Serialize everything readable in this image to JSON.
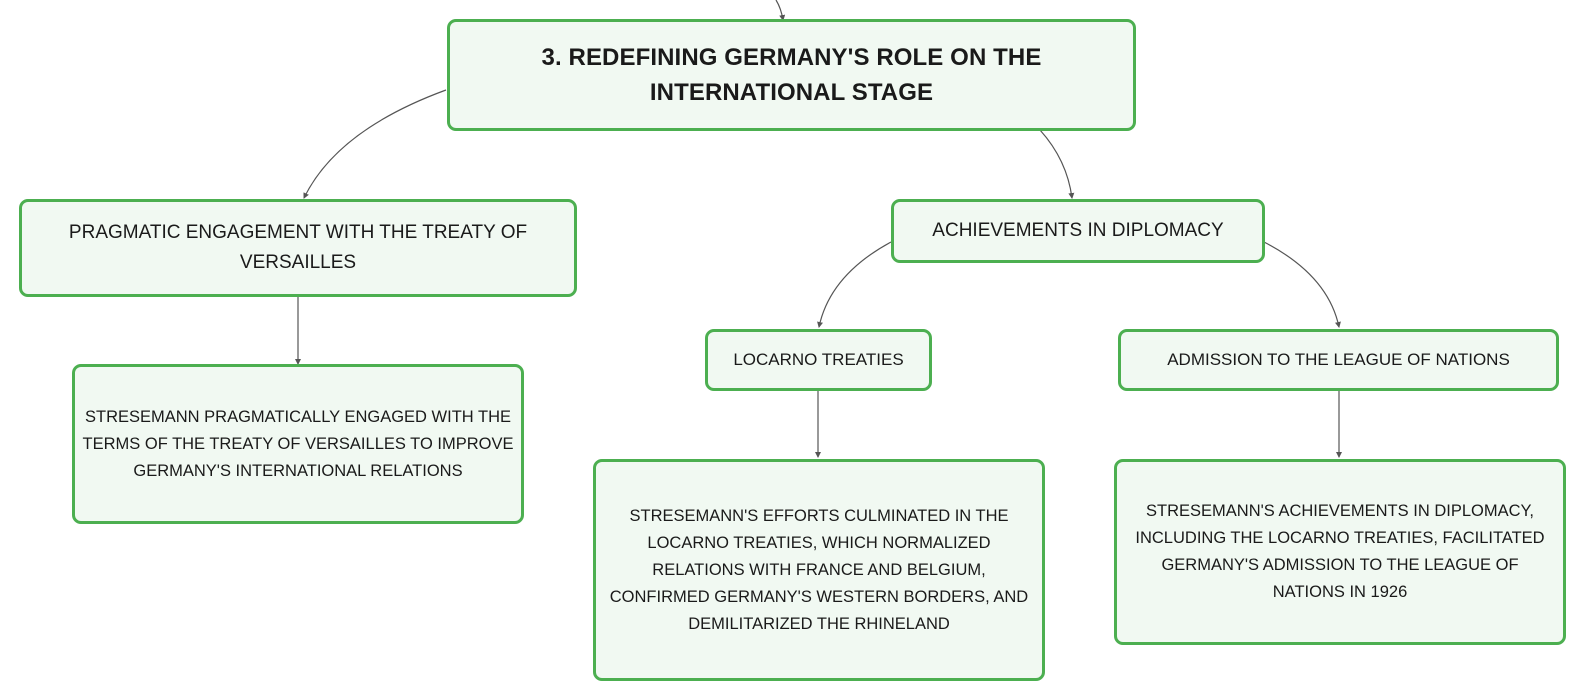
{
  "mindmap": {
    "root": {
      "title": "3. REDEFINING GERMANY'S ROLE ON THE INTERNATIONAL STAGE"
    },
    "branches": {
      "pragmatic": {
        "label": "PRAGMATIC ENGAGEMENT WITH THE TREATY OF VERSAILLES",
        "detail": "STRESEMANN PRAGMATICALLY ENGAGED WITH THE TERMS OF THE TREATY OF VERSAILLES TO IMPROVE GERMANY'S INTERNATIONAL RELATIONS"
      },
      "diplomacy": {
        "label": "ACHIEVEMENTS IN DIPLOMACY",
        "locarno": {
          "label": "LOCARNO TREATIES",
          "detail": "STRESEMANN'S EFFORTS CULMINATED IN THE LOCARNO TREATIES, WHICH NORMALIZED RELATIONS WITH FRANCE AND BELGIUM, CONFIRMED GERMANY'S WESTERN BORDERS, AND DEMILITARIZED THE RHINELAND"
        },
        "league": {
          "label": "ADMISSION TO THE LEAGUE OF NATIONS",
          "detail": "STRESEMANN'S ACHIEVEMENTS IN DIPLOMACY, INCLUDING THE LOCARNO TREATIES, FACILITATED GERMANY'S ADMISSION TO THE LEAGUE OF NATIONS IN 1926"
        }
      }
    },
    "colors": {
      "node_border": "#4caf50",
      "node_fill": "#f1f9f2",
      "connector": "#555555"
    }
  }
}
